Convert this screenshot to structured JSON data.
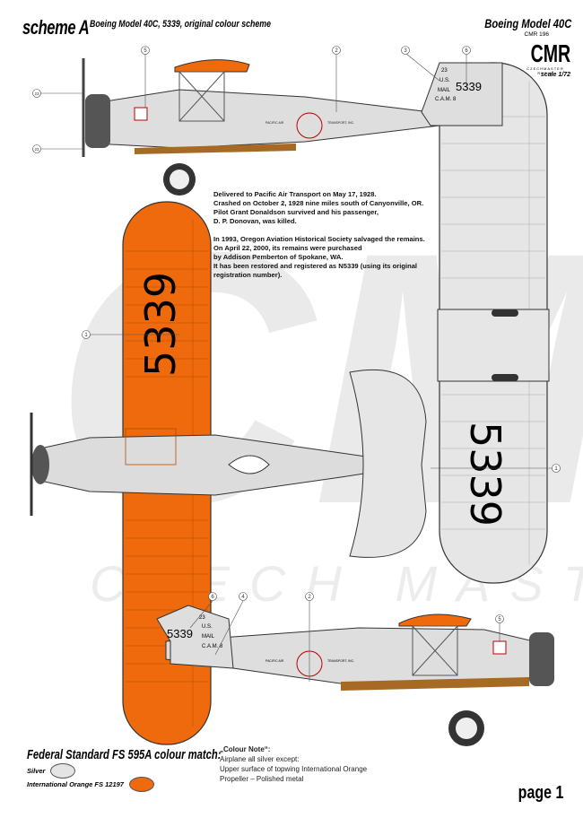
{
  "header": {
    "scheme": "scheme A",
    "subtitle": "Boeing Model 40C, 5339, original colour scheme",
    "model": "Boeing Model 40C",
    "catalog": "CMR 196",
    "logo_text": "CMR",
    "logo_sub": "CZECHMASTER RESIN",
    "scale": "scale 1/72"
  },
  "history": [
    "Delivered to Pacific Air Transport on May 17, 1928.\nCrashed on October 2, 1928 nine miles south of Canyonville, OR.\nPilot Grant Donaldson survived and his passenger,\nD. P. Donovan, was killed.",
    "In 1993, Oregon Aviation Historical Society salvaged the remains.\nOn April 22, 2000, its remains were purchased\nby Addison Pemberton of Spokane, WA.\nIt has been restored and registered as N5339 (using its original\nregistration number)."
  ],
  "markings": {
    "registration": "5339",
    "tail_number": "23",
    "us": "U.S.",
    "mail": "MAIL",
    "cam": "C.A.M. 8",
    "fuselage_left": "PACIFIC AIR",
    "fuselage_right": "TRANSPORT, INC."
  },
  "callouts": {
    "top": [
      "5",
      "2",
      "3",
      "6",
      "23",
      "23"
    ],
    "plan": [
      "1",
      "1"
    ],
    "bottom": [
      "6",
      "4",
      "2",
      "5"
    ]
  },
  "watermark": "CZECH MASTER",
  "colour_match": {
    "title": "Federal Standard FS 595A colour match:",
    "swatches": [
      {
        "label": "Silver",
        "color": "#e4e4e4"
      },
      {
        "label": "International Orange FS 12197",
        "color": "#ee6a0c"
      }
    ]
  },
  "colour_note": {
    "title": "„Colour Note“:",
    "lines": [
      "Airplane all silver except:",
      "Upper surface of topwing International Orange",
      "Propeller – Polished metal"
    ]
  },
  "footer": {
    "page": "page 1"
  },
  "colors": {
    "orange": "#ee6a0c",
    "silver": "#e4e4e4",
    "outline": "#333333"
  }
}
